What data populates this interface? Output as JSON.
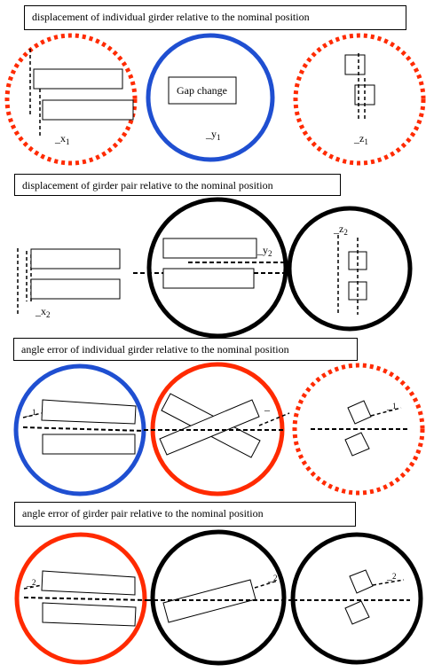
{
  "section_titles": {
    "s1": "displacement of   individual  girder  relative to the nominal position",
    "s2": "displacement of girder   pair relative to   the nominal position",
    "s3": "angle error  of individual girder relative to the nominal position",
    "s4": "angle error  of  girder pair   relative to the nominal position"
  },
  "symbols": {
    "x1": "x",
    "x1_sub": "1",
    "y1": "y",
    "y1_sub": "1",
    "z1": "z",
    "z1_sub": "1",
    "z2": "z",
    "z2_sub": "2",
    "y2": "y",
    "y2_sub": "2",
    "x2": "x",
    "x2_sub": "2",
    "a1_left": "1",
    "a1_right": "1",
    "a2_left": "2",
    "a2_mid": "2",
    "a2_right": "2"
  },
  "gap_label": "Gap change",
  "colors": {
    "red": "#ff2a00",
    "blue": "#1f4fd1",
    "black": "#000000"
  }
}
